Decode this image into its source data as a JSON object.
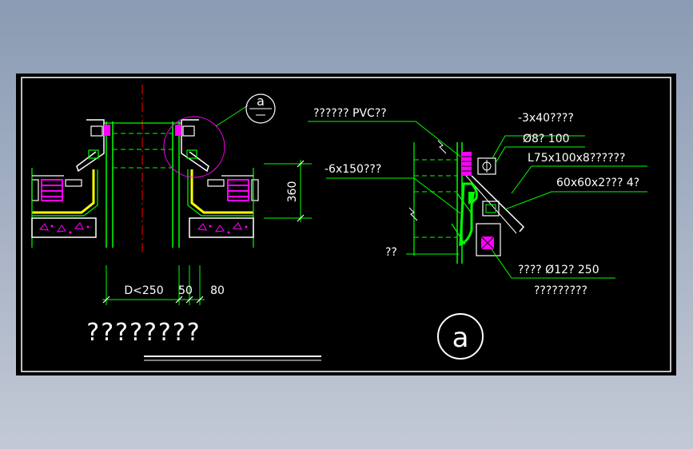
{
  "title_text": "????????",
  "callout_label": "a",
  "section_label": "a",
  "left_dims": {
    "vertical": "360",
    "d_label": "D<250",
    "w1": "50",
    "w2": "80"
  },
  "right_labels": {
    "pvc": "?????? PVC??",
    "plate_top": "-3x40????",
    "bolt": "Ø8? 100",
    "angle": "L75x100x8??????",
    "plate_side": "-6x150???",
    "tube": "60x60x2??? 4?",
    "bottom_left": "??",
    "rebar": "???? Ø12? 250",
    "rebar2": "?????????"
  },
  "colors": {
    "background": "#000000",
    "frame": "#ffffff",
    "line": "#00ff00",
    "accent": "#ff00ff",
    "highlight": "#ffff00",
    "centerline": "#ff0000",
    "text": "#ffffff"
  }
}
